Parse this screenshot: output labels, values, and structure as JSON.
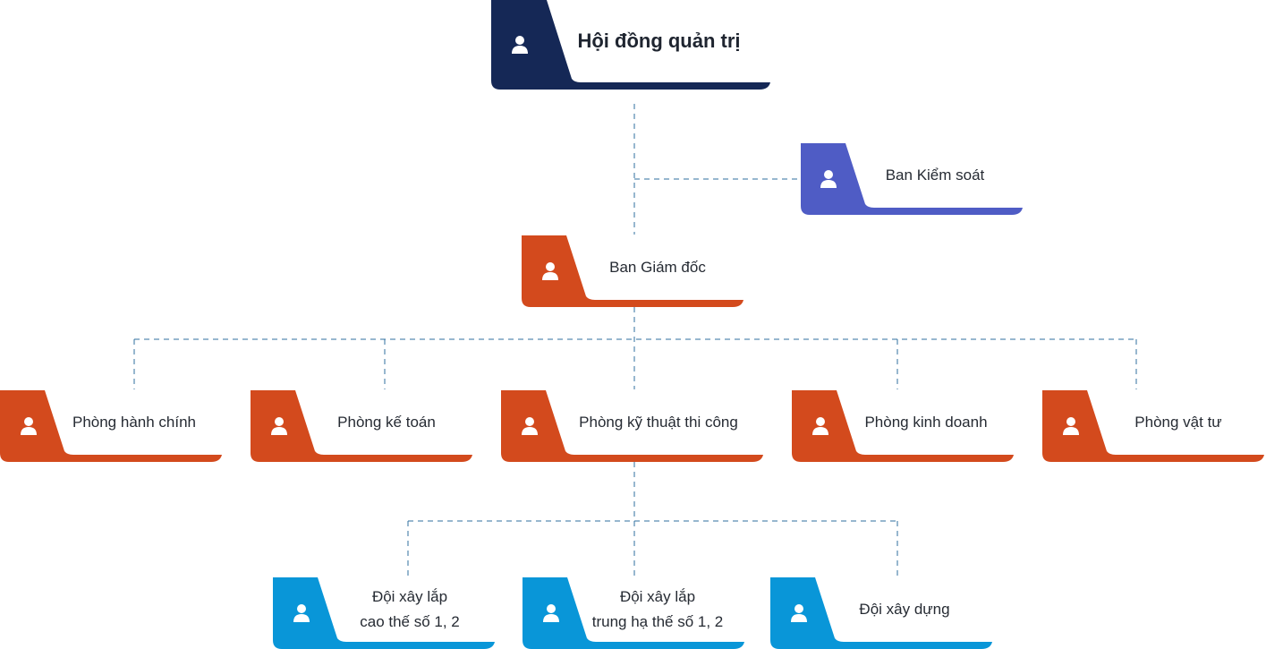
{
  "colors": {
    "board": "#152856",
    "control": "#4f5cc5",
    "orange": "#d34a1d",
    "blue": "#0996d8",
    "connector": "#2f6f9f",
    "text": "#262b33"
  },
  "nodes": {
    "board": {
      "label": "Hội đồng quản trị",
      "icon": "person-icon"
    },
    "control": {
      "label": "Ban Kiểm soát",
      "icon": "person-icon"
    },
    "directors": {
      "label": "Ban Giám đốc",
      "icon": "person-icon"
    },
    "dept_admin": {
      "label": "Phòng hành chính",
      "icon": "person-icon"
    },
    "dept_accounting": {
      "label": "Phòng kế toán",
      "icon": "person-icon"
    },
    "dept_technical": {
      "label": "Phòng kỹ thuật thi công",
      "icon": "person-icon"
    },
    "dept_business": {
      "label": "Phòng kinh doanh",
      "icon": "person-icon"
    },
    "dept_supplies": {
      "label": "Phòng vật tư",
      "icon": "person-icon"
    },
    "team_hv": {
      "line1": "Đội xây lắp",
      "line2": "cao thế số 1, 2",
      "icon": "person-icon"
    },
    "team_mv": {
      "line1": "Đội xây lắp",
      "line2": "trung hạ thế số 1, 2",
      "icon": "person-icon"
    },
    "team_build": {
      "label": "Đội xây dựng",
      "icon": "person-icon"
    }
  }
}
